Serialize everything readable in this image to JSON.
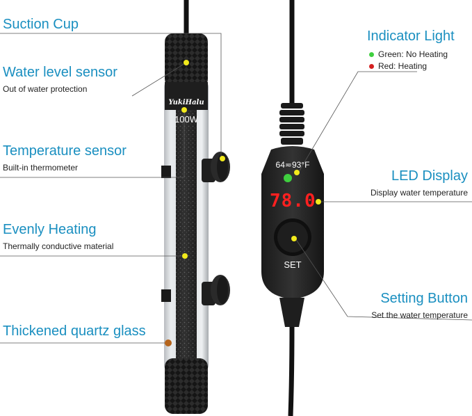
{
  "colors": {
    "accent_blue": "#1a8fc0",
    "callout_dot": "#f2ea1c",
    "quartz_dot": "#b5651d",
    "green_indicator": "#3fcf3f",
    "red_indicator": "#d42020",
    "led_red": "#ff2020"
  },
  "labels": {
    "suction_cup": "Suction Cup",
    "water_level_title": "Water level sensor",
    "water_level_sub": "Out of water protection",
    "temp_sensor_title": "Temperature sensor",
    "temp_sensor_sub": "Built-in thermometer",
    "heating_title": "Evenly Heating",
    "heating_sub": "Thermally conductive material",
    "quartz_title": "Thickened quartz glass",
    "indicator_title": "Indicator Light",
    "indicator_green": "Green: No Heating",
    "indicator_red": "Red: Heating",
    "led_title": "LED Display",
    "led_sub": "Display water temperature",
    "button_title": "Setting Button",
    "button_sub": "Set the water temperature"
  },
  "product": {
    "brand": "YukiHalu",
    "wattage": "100W",
    "range": "64≂93°F",
    "display_value": "78.0",
    "button_label": "SET"
  }
}
